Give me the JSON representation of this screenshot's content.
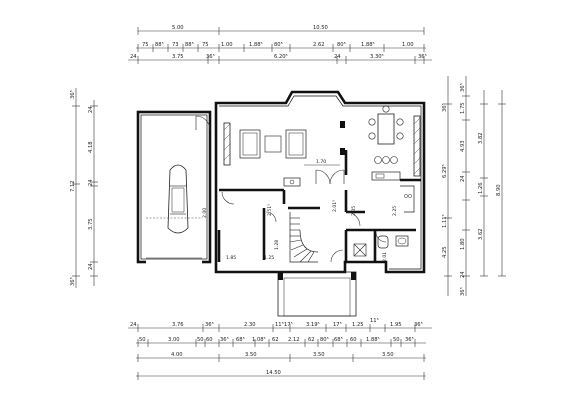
{
  "drawing": {
    "top_dims": {
      "row1": [
        "5.00",
        "10.50"
      ],
      "row2": [
        "75",
        "88⁵",
        "73",
        "88⁵",
        "75",
        "1.00",
        "1.88⁵",
        "80⁵",
        "2.62",
        "80⁵",
        "1.88⁵",
        "1.00"
      ],
      "row3": [
        "24",
        "3.75",
        "36⁵",
        "6.20⁵",
        "24",
        "3.30⁵",
        "36⁵"
      ]
    },
    "bottom_dims": {
      "row1": [
        "24",
        "3.76",
        "36⁵",
        "2.30",
        "11⁵",
        "17⁵",
        "3.19⁵",
        "17⁵",
        "1.25",
        "11⁵",
        "1.95",
        "36⁵"
      ],
      "row2": [
        "50",
        "3.00",
        "50",
        "60",
        "36⁵",
        "68⁵",
        "1.08⁵",
        "62",
        "2.12",
        "62",
        "80⁵",
        "68⁵",
        "60",
        "1.88⁵",
        "50",
        "36⁵"
      ],
      "row3": [
        "4.00",
        "3.50",
        "3.50",
        "3.50"
      ],
      "row4": [
        "14.50"
      ]
    },
    "left_dims": [
      "36⁵",
      "24",
      "4.18",
      "24",
      "7.12",
      "3.75",
      "24",
      "36⁵"
    ],
    "right_dims": [
      "36⁵",
      "1.75",
      "36⁵",
      "4.93",
      "6.29⁵",
      "3.82",
      "8.90",
      "24",
      "1.26",
      "1.11⁵",
      "1.80",
      "4.25",
      "3.62",
      "24",
      "36⁵"
    ],
    "annotations": [
      "1.70",
      "2.00",
      "2.51⁵",
      "2.01⁵",
      "2.05",
      "1.28",
      "2.01",
      "2.25",
      "1.25",
      "1.85"
    ]
  }
}
